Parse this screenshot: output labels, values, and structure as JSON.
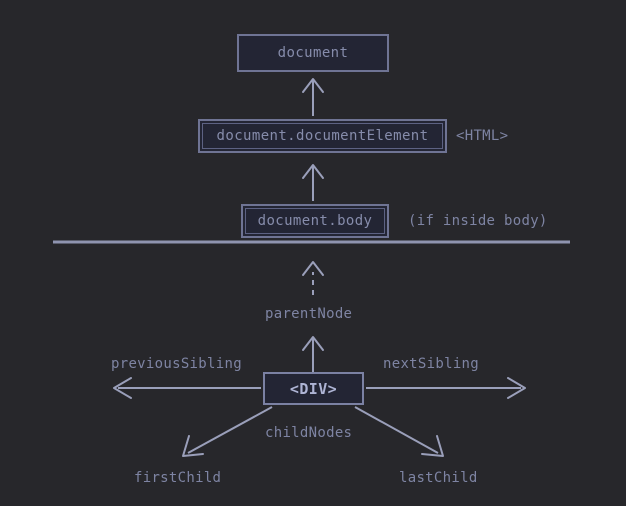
{
  "diagram": {
    "title": "DOM node navigation properties",
    "background_color": "#27272b",
    "box_fill_color": "#232534",
    "line_color": "#9a9fba",
    "text_color": "#7e84a3",
    "emphasis_text_color": "#aeb4d4"
  },
  "nodes": {
    "document": "document",
    "document_element": "document.documentElement",
    "document_body": "document.body",
    "current": "<DIV>"
  },
  "annotations": {
    "html_tag": "<HTML>",
    "if_inside_body": "(if inside body)"
  },
  "relations": {
    "parent_node": "parentNode",
    "previous_sibling": "previousSibling",
    "next_sibling": "nextSibling",
    "child_nodes": "childNodes",
    "first_child": "firstChild",
    "last_child": "lastChild"
  }
}
